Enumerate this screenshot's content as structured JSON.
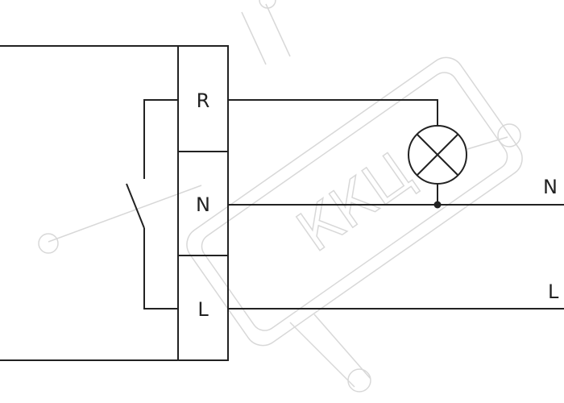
{
  "diagram": {
    "terminals": {
      "r": "R",
      "n": "N",
      "l": "L"
    },
    "wires": {
      "n": "N",
      "l": "L"
    },
    "watermark": "ККЦ"
  },
  "colors": {
    "line": "#222222",
    "watermark": "#d8d8d8"
  }
}
